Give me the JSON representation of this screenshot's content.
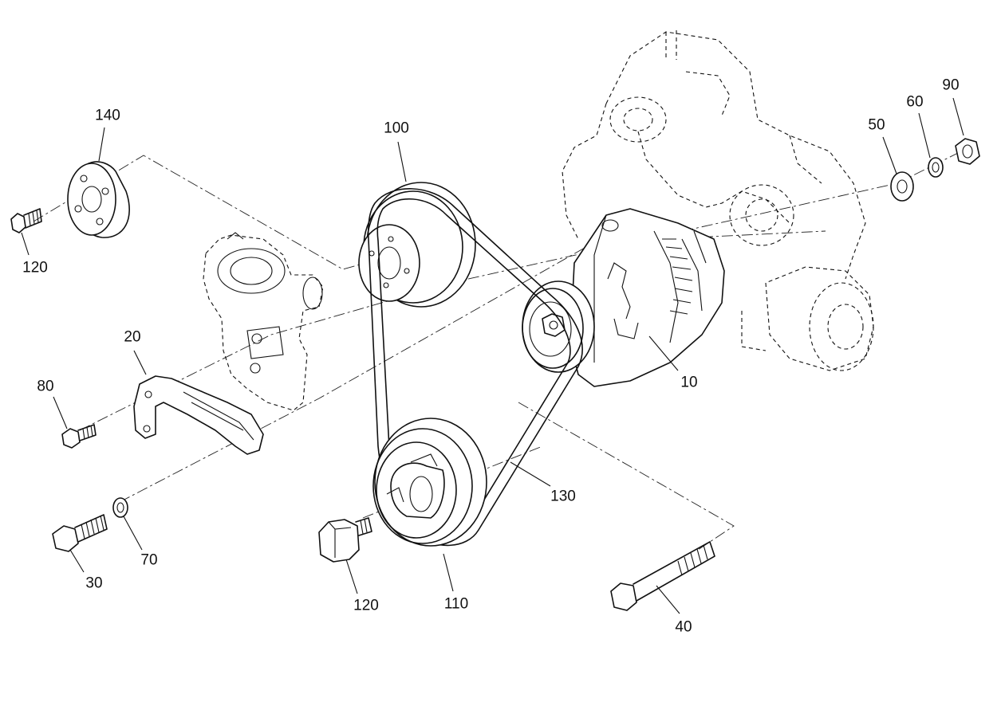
{
  "diagram": {
    "callouts": {
      "c10": "10",
      "c20": "20",
      "c30": "30",
      "c40": "40",
      "c50": "50",
      "c60": "60",
      "c70": "70",
      "c80": "80",
      "c90": "90",
      "c100": "100",
      "c110": "110",
      "c120a": "120",
      "c120b": "120",
      "c130": "130",
      "c140": "140"
    }
  }
}
